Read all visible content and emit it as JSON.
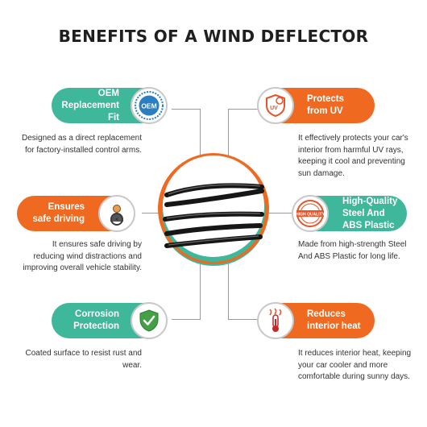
{
  "title": "BENEFITS OF A WIND DEFLECTOR",
  "benefits": [
    {
      "title": "OEM Replacement Fit",
      "description": "Designed as a direct replacement for factory-installed control arms.",
      "color": "#3fb79a",
      "icon": "oem-badge-icon",
      "badge_text": "OEM"
    },
    {
      "title": "Protects from UV",
      "description": "It effectively protects your car's interior from harmful UV rays, keeping it cool and preventing sun damage.",
      "color": "#ef6a20",
      "icon": "uv-shield-icon"
    },
    {
      "title": "Ensures safe driving",
      "description": "It ensures safe driving by reducing wind distractions and improving overall vehicle stability.",
      "color": "#ef6a20",
      "icon": "driver-steering-wheel-icon"
    },
    {
      "title": "High-Quality Steel And ABS Plastic",
      "description": "Made from high-strength Steel And ABS Plastic for long life.",
      "color": "#3fb79a",
      "icon": "quality-stamp-icon",
      "badge_text": "HIGH QUALITY"
    },
    {
      "title": "Corrosion Protection",
      "description": "Coated surface to resist rust and wear.",
      "color": "#3fb79a",
      "icon": "shield-check-icon"
    },
    {
      "title": "Reduces interior heat",
      "description": "It reduces interior heat, keeping your car cooler and more comfortable during sunny days.",
      "color": "#ef6a20",
      "icon": "thermometer-heat-icon"
    }
  ],
  "center_image": "wind-deflector-product"
}
